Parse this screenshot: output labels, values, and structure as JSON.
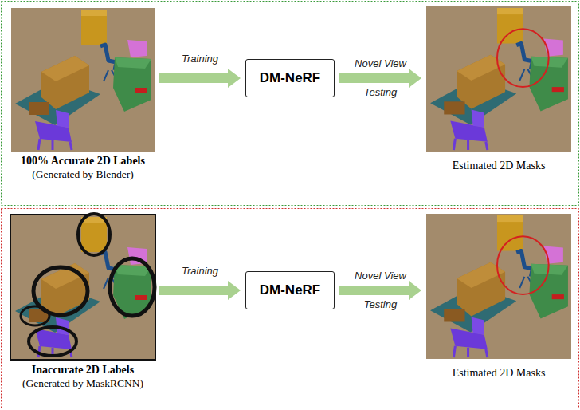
{
  "diagram": {
    "nodes": [
      {
        "text": [
          "100% Accurate 2D Labels",
          "(Generated by Blender)"
        ]
      },
      {
        "text": [
          "DM-NeRF"
        ]
      },
      {
        "text": [
          "Estimated 2D Masks"
        ]
      },
      {
        "text": [
          "Inaccurate 2D Labels",
          "(Generated by MaskRCNN)"
        ]
      },
      {
        "text": [
          "DM-NeRF"
        ]
      },
      {
        "text": [
          "Estimated 2D Masks"
        ]
      }
    ],
    "edges": [
      {
        "from": 0,
        "to": 1,
        "arrow": "to",
        "label": "Training"
      },
      {
        "from": 1,
        "to": 2,
        "arrow": "to",
        "label": "Novel View Testing"
      },
      {
        "from": 3,
        "to": 4,
        "arrow": "to",
        "label": "Training"
      },
      {
        "from": 4,
        "to": 5,
        "arrow": "to",
        "label": "Novel View Testing"
      }
    ]
  }
}
